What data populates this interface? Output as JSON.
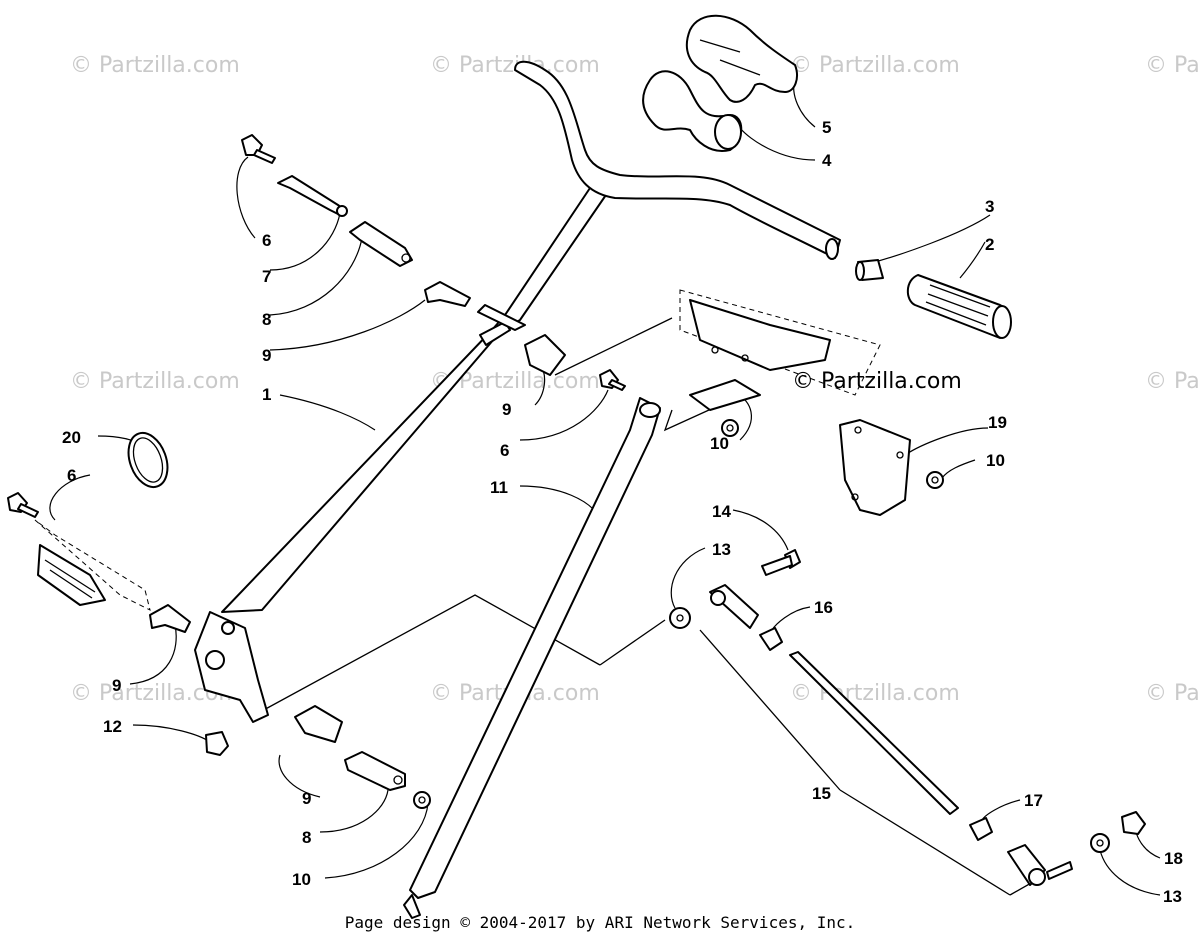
{
  "watermarks": {
    "text": "© Partzilla.com",
    "prominent_text": "© Partzilla.com"
  },
  "callouts": [
    {
      "id": "c1",
      "label": "1"
    },
    {
      "id": "c2",
      "label": "2"
    },
    {
      "id": "c3",
      "label": "3"
    },
    {
      "id": "c4",
      "label": "4"
    },
    {
      "id": "c5",
      "label": "5"
    },
    {
      "id": "c6a",
      "label": "6"
    },
    {
      "id": "c6b",
      "label": "6"
    },
    {
      "id": "c6c",
      "label": "6"
    },
    {
      "id": "c7",
      "label": "7"
    },
    {
      "id": "c8a",
      "label": "8"
    },
    {
      "id": "c8b",
      "label": "8"
    },
    {
      "id": "c9a",
      "label": "9"
    },
    {
      "id": "c9b",
      "label": "9"
    },
    {
      "id": "c9c",
      "label": "9"
    },
    {
      "id": "c9d",
      "label": "9"
    },
    {
      "id": "c10a",
      "label": "10"
    },
    {
      "id": "c10b",
      "label": "10"
    },
    {
      "id": "c10c",
      "label": "10"
    },
    {
      "id": "c11",
      "label": "11"
    },
    {
      "id": "c12",
      "label": "12"
    },
    {
      "id": "c13a",
      "label": "13"
    },
    {
      "id": "c13b",
      "label": "13"
    },
    {
      "id": "c14",
      "label": "14"
    },
    {
      "id": "c15",
      "label": "15"
    },
    {
      "id": "c16",
      "label": "16"
    },
    {
      "id": "c17",
      "label": "17"
    },
    {
      "id": "c18",
      "label": "18"
    },
    {
      "id": "c19",
      "label": "19"
    },
    {
      "id": "c20",
      "label": "20"
    }
  ],
  "footer": "Page design © 2004-2017 by ARI Network Services, Inc."
}
